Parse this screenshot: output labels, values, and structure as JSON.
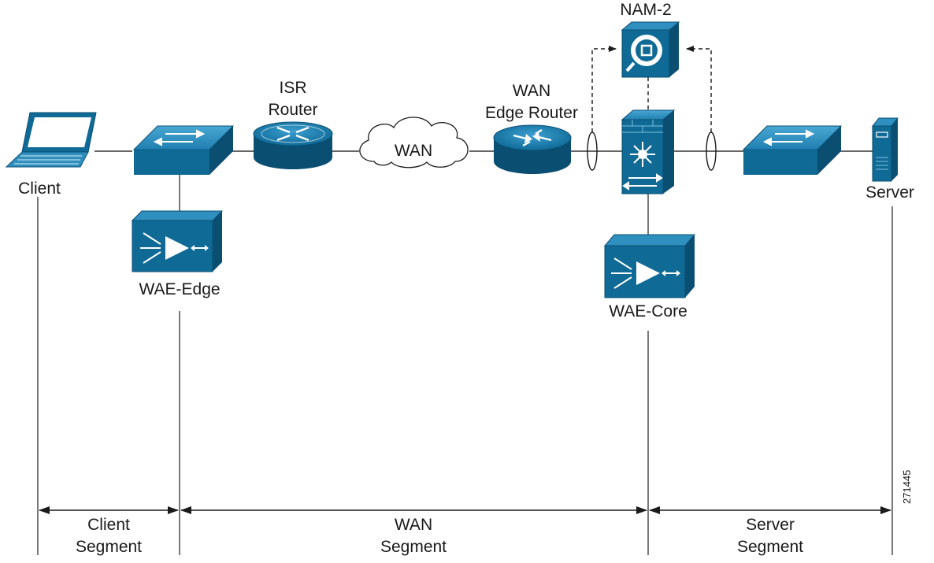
{
  "diagram": {
    "nodes": {
      "client": {
        "label": "Client",
        "icon": "laptop-icon"
      },
      "edge_switch": {
        "label": "",
        "icon": "workgroup-switch-icon"
      },
      "isr_router": {
        "label_line1": "ISR",
        "label_line2": "Router",
        "icon": "router-icon"
      },
      "wan_cloud": {
        "label": "WAN",
        "icon": "cloud-icon"
      },
      "wan_edge_router": {
        "label_line1": "WAN",
        "label_line2": "Edge Router",
        "icon": "router-icon"
      },
      "nam": {
        "label": "NAM-2",
        "icon": "network-analysis-module-icon"
      },
      "firewall_switch": {
        "label": "",
        "icon": "firewall-multilayer-switch-icon"
      },
      "server_switch": {
        "label": "",
        "icon": "workgroup-switch-icon"
      },
      "server": {
        "label": "Server",
        "icon": "server-icon"
      },
      "wae_edge": {
        "label": "WAE-Edge",
        "icon": "wae-icon"
      },
      "wae_core": {
        "label": "WAE-Core",
        "icon": "wae-icon"
      }
    },
    "segments": [
      {
        "line1": "Client",
        "line2": "Segment"
      },
      {
        "line1": "WAN",
        "line2": "Segment"
      },
      {
        "line1": "Server",
        "line2": "Segment"
      }
    ],
    "figure_id": "271445",
    "colors": {
      "icon_fill": "#0f6a96",
      "icon_top": "#2f8fbf",
      "icon_side": "#0a4f72",
      "line": "#222222"
    }
  }
}
